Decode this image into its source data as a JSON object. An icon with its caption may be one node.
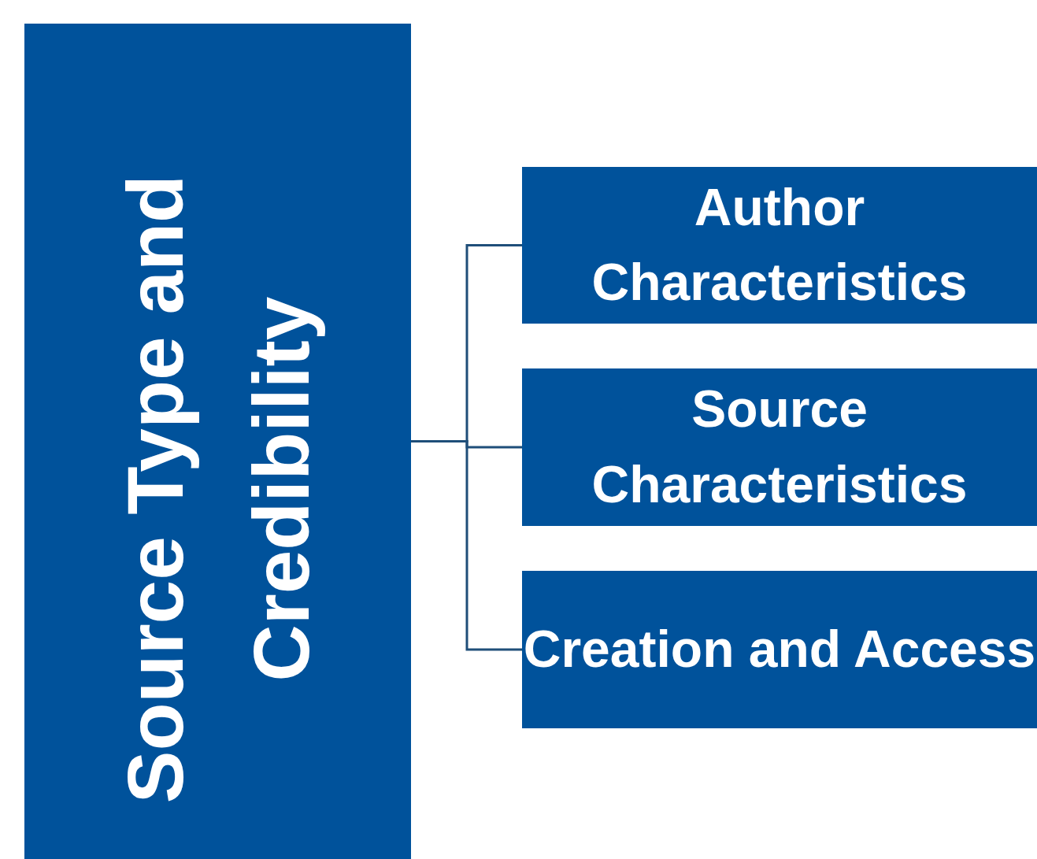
{
  "diagram": {
    "nodes": [
      {
        "text": [
          "Source Type and Credibility"
        ]
      },
      {
        "text": [
          "Author Characteristics"
        ]
      },
      {
        "text": [
          "Source Characteristics"
        ]
      },
      {
        "text": [
          "Creation and Access"
        ]
      }
    ],
    "edges": [
      {
        "from": 0,
        "to": 1,
        "arrow": "none"
      },
      {
        "from": 0,
        "to": 2,
        "arrow": "none"
      },
      {
        "from": 0,
        "to": 3,
        "arrow": "none"
      }
    ]
  }
}
